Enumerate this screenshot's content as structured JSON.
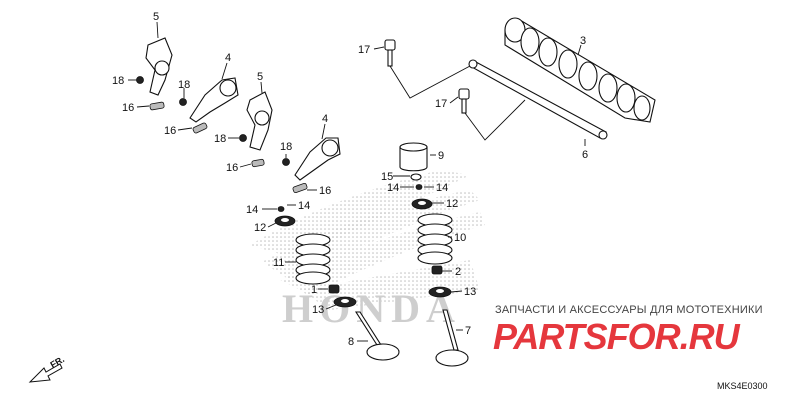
{
  "part_labels": {
    "p1": "1",
    "p2": "2",
    "p3": "3",
    "p4a": "4",
    "p4b": "4",
    "p5a": "5",
    "p5b": "5",
    "p6": "6",
    "p7": "7",
    "p8": "8",
    "p9": "9",
    "p10": "10",
    "p11": "11",
    "p12a": "12",
    "p12b": "12",
    "p13a": "13",
    "p13b": "13",
    "p14a": "14",
    "p14b": "14",
    "p14c": "14",
    "p14d": "14",
    "p15": "15",
    "p16a": "16",
    "p16b": "16",
    "p16c": "16",
    "p16d": "16",
    "p17a": "17",
    "p17b": "17",
    "p18a": "18",
    "p18b": "18",
    "p18c": "18",
    "p18d": "18"
  },
  "watermark": {
    "subtitle": "ЗАПЧАСТИ И АКСЕССУАРЫ ДЛЯ МОТОТЕХНИКИ",
    "brand": "PARTSFOR.RU"
  },
  "direction_label": "FR.",
  "diagram_code": "MKS4E0300",
  "colors": {
    "brand_red": "#e5373d",
    "ink": "#111111",
    "logo_gray": "#cccccc"
  }
}
